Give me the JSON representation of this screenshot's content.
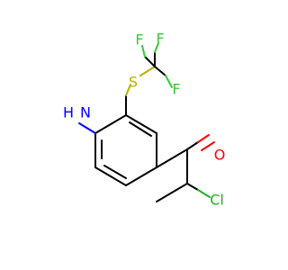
{
  "atoms": {
    "amine": "H",
    "amine_n": "N",
    "sulfur": "S",
    "f1": "F",
    "f2": "F",
    "f3": "F",
    "oxygen": "O",
    "chlorine": "Cl"
  },
  "colors": {
    "carbon_bond": "#000000",
    "nitrogen": "#0000ff",
    "sulfur": "#b8b000",
    "oxygen": "#ff0000",
    "fluorine": "#33cc33",
    "chlorine": "#1fb01f"
  }
}
